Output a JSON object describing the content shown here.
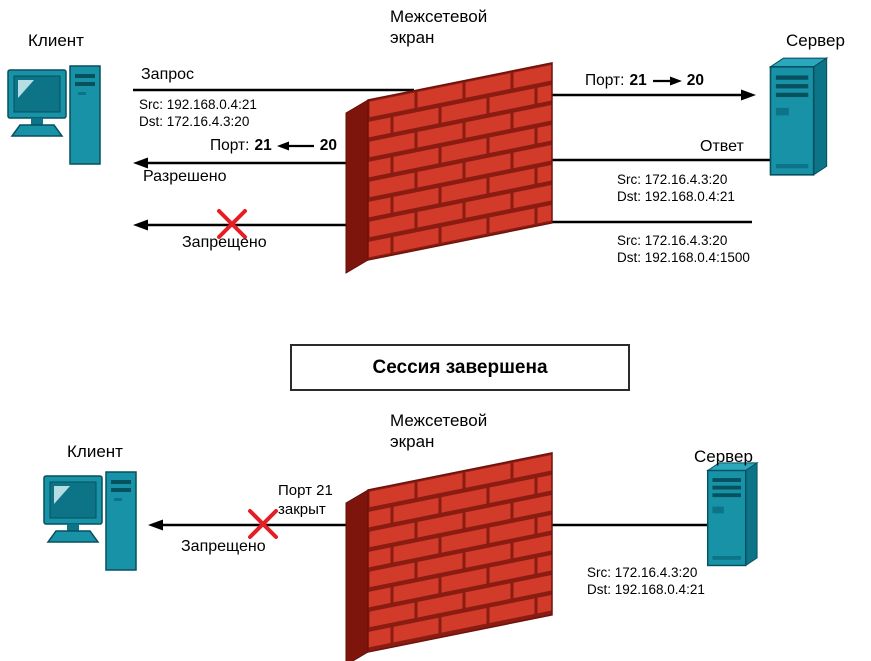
{
  "colors": {
    "device_teal": "#1792A7",
    "device_teal_dark": "#0D7488",
    "device_outline": "#07505E",
    "brick_red": "#D23A2A",
    "mortar_red": "#8A1C12",
    "wall_side_red": "#7E150C",
    "cross_red": "#E31E25",
    "line_black": "#000000"
  },
  "icons": {
    "client": "desktop-computer-icon",
    "server": "server-tower-icon",
    "firewall": "brick-wall-icon",
    "blocked": "red-cross-icon",
    "flow": "arrow-icon"
  },
  "top": {
    "client_label": "Клиент",
    "server_label": "Сервер",
    "firewall_label": {
      "line1": "Межсетевой",
      "line2": "экран"
    },
    "request": {
      "label": "Запрос",
      "src": "Src: 192.168.0.4:21",
      "dst": "Dst: 172.16.4.3:20",
      "port": {
        "prefix": "Порт:",
        "from": "21",
        "to": "20"
      }
    },
    "reply": {
      "label": "Ответ",
      "result": "Разрешено",
      "src": "Src: 172.16.4.3:20",
      "dst": "Dst: 192.168.0.4:21",
      "port": {
        "prefix": "Порт:",
        "from": "21",
        "to": "20"
      }
    },
    "blocked": {
      "result": "Запрещено",
      "src": "Src: 172.16.4.3:20",
      "dst": "Dst: 192.168.0.4:1500"
    }
  },
  "banner": {
    "text": "Сессия завершена"
  },
  "bottom": {
    "client_label": "Клиент",
    "server_label": "Сервер",
    "firewall_label": {
      "line1": "Межсетевой",
      "line2": "экран"
    },
    "blocked": {
      "note_line1": "Порт 21",
      "note_line2": "закрыт",
      "result": "Запрещено",
      "src": "Src: 172.16.4.3:20",
      "dst": "Dst: 192.168.0.4:21"
    }
  }
}
